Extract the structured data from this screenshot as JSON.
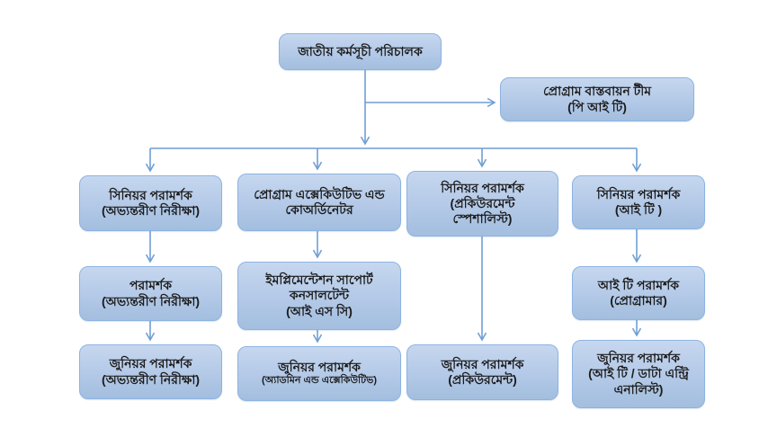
{
  "diagram": {
    "type": "org-chart",
    "nodes": {
      "director": {
        "role": "national-program-director",
        "lines": [
          "জাতীয় কর্মসূচী পরিচালক"
        ]
      },
      "pit": {
        "role": "program-implementation-team",
        "lines": [
          "প্রোগ্রাম বাস্তবায়ন টীম",
          "(পি আই টি)"
        ]
      },
      "c1r1": {
        "role": "senior-consultant-internal-audit",
        "lines": [
          "সিনিয়র পরামর্শক",
          "(অভ্যন্তরীণ নিরীক্ষা)"
        ]
      },
      "c2r1": {
        "role": "program-executive-and-coordinator",
        "lines": [
          "প্রোগ্রাম এক্সেকিউটিভ এন্ড",
          "কোঅর্ডিনেটর"
        ]
      },
      "c3r1": {
        "role": "senior-consultant-procurement-specialist",
        "lines": [
          "সিনিয়র পরামর্শক",
          "(প্রকিউরমেন্ট",
          "স্পেশালিস্ট)"
        ]
      },
      "c4r1": {
        "role": "senior-consultant-it",
        "lines": [
          "সিনিয়র পরামর্শক",
          "(আই টি )"
        ]
      },
      "c1r2": {
        "role": "consultant-internal-audit",
        "lines": [
          "পরামর্শক",
          "(অভ্যন্তরীণ নিরীক্ষা)"
        ]
      },
      "c2r2": {
        "role": "implementation-support-consultant",
        "lines": [
          "ইমপ্লিমেন্টেশন সাপোর্ট",
          "কনসালটেন্ট",
          "(আই এস সি)"
        ]
      },
      "c4r2": {
        "role": "it-consultant-programmer",
        "lines": [
          "আই টি পরামর্শক",
          "(প্রোগ্রামার)"
        ]
      },
      "c1r3": {
        "role": "junior-consultant-internal-audit",
        "lines": [
          "জুনিয়র পরামর্শক",
          "(অভ্যন্তরীণ নিরীক্ষা)"
        ]
      },
      "c2r3": {
        "role": "junior-consultant-admin-and-executive",
        "lines": [
          "জুনিয়র পরামর্শক",
          "(অ্যাডমিন এন্ড এক্সেকিউটিভ)"
        ]
      },
      "c3r3": {
        "role": "junior-consultant-procurement",
        "lines": [
          "জুনিয়র পরামর্শক",
          "(প্রকিউরমেন্ট)"
        ]
      },
      "c4r3": {
        "role": "junior-consultant-it-data-entry-analyst",
        "lines": [
          "জুনিয়র পরামর্শক",
          "(আই টি / ডাটা এন্ট্রি",
          "এনালিস্ট)"
        ]
      }
    },
    "edges": [
      {
        "from": "director",
        "to": "pit"
      },
      {
        "from": "director",
        "to": "c1r1"
      },
      {
        "from": "director",
        "to": "c2r1"
      },
      {
        "from": "director",
        "to": "c3r1"
      },
      {
        "from": "director",
        "to": "c4r1"
      },
      {
        "from": "c1r1",
        "to": "c1r2"
      },
      {
        "from": "c1r2",
        "to": "c1r3"
      },
      {
        "from": "c2r1",
        "to": "c2r2"
      },
      {
        "from": "c2r2",
        "to": "c2r3"
      },
      {
        "from": "c3r1",
        "to": "c3r3"
      },
      {
        "from": "c4r1",
        "to": "c4r2"
      },
      {
        "from": "c4r2",
        "to": "c4r3"
      }
    ],
    "colors": {
      "node_fill_top": "#c6d7ef",
      "node_fill_bottom": "#a3bedf",
      "node_border": "#8db3e2",
      "connector": "#6f9ed4",
      "text": "#1c1c1c",
      "background": "#ffffff"
    }
  }
}
